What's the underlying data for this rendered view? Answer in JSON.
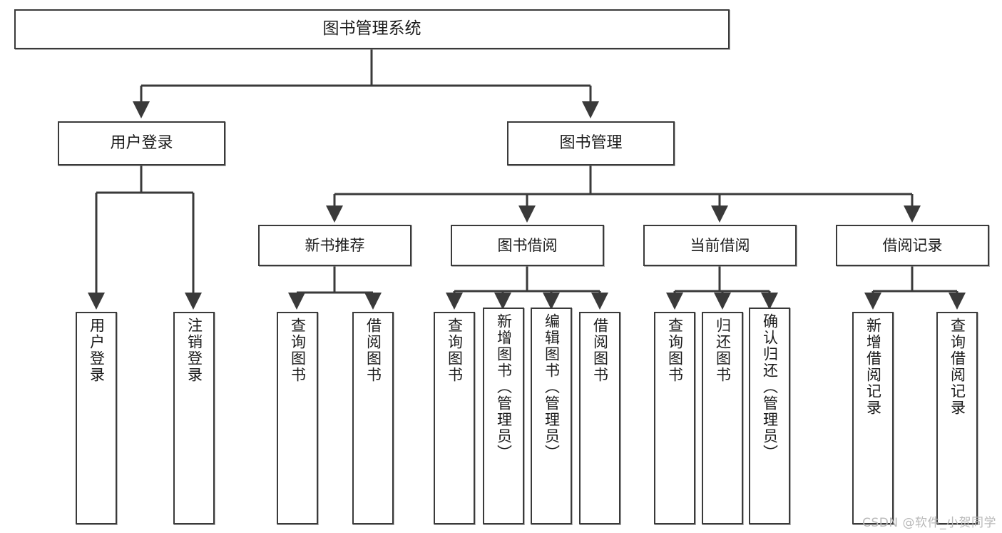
{
  "diagram": {
    "title": "图书管理系统",
    "type": "tree-hierarchy",
    "root": {
      "id": "root",
      "label": "图书管理系统"
    },
    "level2": [
      {
        "id": "user-login",
        "label": "用户登录"
      },
      {
        "id": "book-manage",
        "label": "图书管理"
      }
    ],
    "level3": [
      {
        "id": "new-book-recommend",
        "label": "新书推荐"
      },
      {
        "id": "book-borrow",
        "label": "图书借阅"
      },
      {
        "id": "current-borrow",
        "label": "当前借阅"
      },
      {
        "id": "borrow-record",
        "label": "借阅记录"
      }
    ],
    "leaves": {
      "user_login": [
        {
          "id": "leaf-user-login",
          "label": "用户登录"
        },
        {
          "id": "leaf-logout",
          "label": "注销登录"
        }
      ],
      "new_book_recommend": [
        {
          "id": "leaf-query-book-1",
          "label": "查询图书"
        },
        {
          "id": "leaf-borrow-book-1",
          "label": "借阅图书"
        }
      ],
      "book_borrow": [
        {
          "id": "leaf-query-book-2",
          "label": "查询图书"
        },
        {
          "id": "leaf-add-book",
          "label": "新增图书（管理员）"
        },
        {
          "id": "leaf-edit-book",
          "label": "编辑图书（管理员）"
        },
        {
          "id": "leaf-borrow-book-2",
          "label": "借阅图书"
        }
      ],
      "current_borrow": [
        {
          "id": "leaf-query-book-3",
          "label": "查询图书"
        },
        {
          "id": "leaf-return-book",
          "label": "归还图书"
        },
        {
          "id": "leaf-confirm-return",
          "label": "确认归还（管理员）"
        }
      ],
      "borrow_record": [
        {
          "id": "leaf-add-record",
          "label": "新增借阅记录"
        },
        {
          "id": "leaf-query-record",
          "label": "查询借阅记录"
        }
      ]
    }
  },
  "watermark": {
    "text": "CSDN @软件_小贺同学"
  },
  "colors": {
    "node_border": "#3a3a3a",
    "node_fill": "#ffffff",
    "edge": "#3a3a3a",
    "text": "#1b1b1b",
    "watermark": "#b9b9b9",
    "canvas": "#ffffff"
  }
}
